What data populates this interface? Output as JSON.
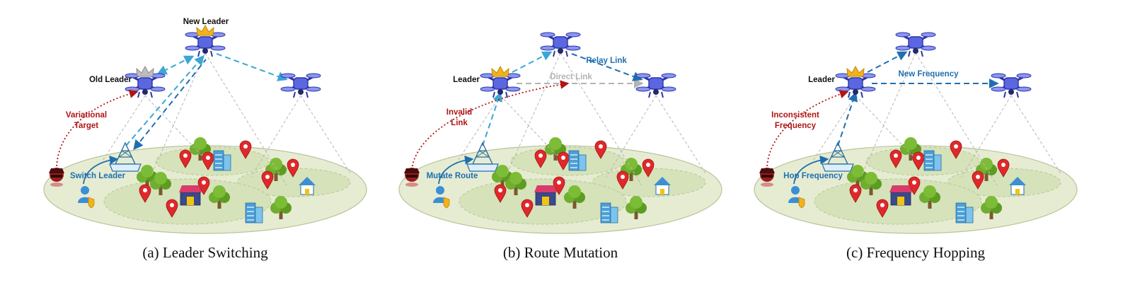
{
  "colors": {
    "link_blue": "#1f6fb0",
    "link_cyan": "#3aa7d4",
    "attack_red": "#b01616",
    "direct_gray": "#b3b3b3",
    "drone": "#5b67e0",
    "crown_gold": "#f2b21b",
    "crown_gray": "#a8a8a8",
    "ground": "#e6ecd2"
  },
  "panels": [
    {
      "caption": "(a) Leader Switching",
      "labels": {
        "new_leader": "New Leader",
        "old_leader": "Old Leader",
        "attack_target": [
          "Variational",
          "Target"
        ],
        "action": "Switch Leader"
      }
    },
    {
      "caption": "(b) Route Mutation",
      "labels": {
        "leader": "Leader",
        "relay_link": "Relay Link",
        "direct_link": "Direct Link",
        "attack_target": [
          "Invalid",
          "Link"
        ],
        "action": "Mutate Route"
      }
    },
    {
      "caption": "(c) Frequency Hopping",
      "labels": {
        "leader": "Leader",
        "new_frequency": "New Frequency",
        "attack_target": [
          "Inconsistent",
          "Frequency"
        ],
        "action": "Hop Frequency"
      }
    }
  ],
  "icons": [
    "drone-icon",
    "crown-icon",
    "base-station-icon",
    "hacker-icon",
    "operator-icon",
    "tree-icon",
    "map-pin-icon",
    "building-icon",
    "shop-icon",
    "house-icon"
  ]
}
